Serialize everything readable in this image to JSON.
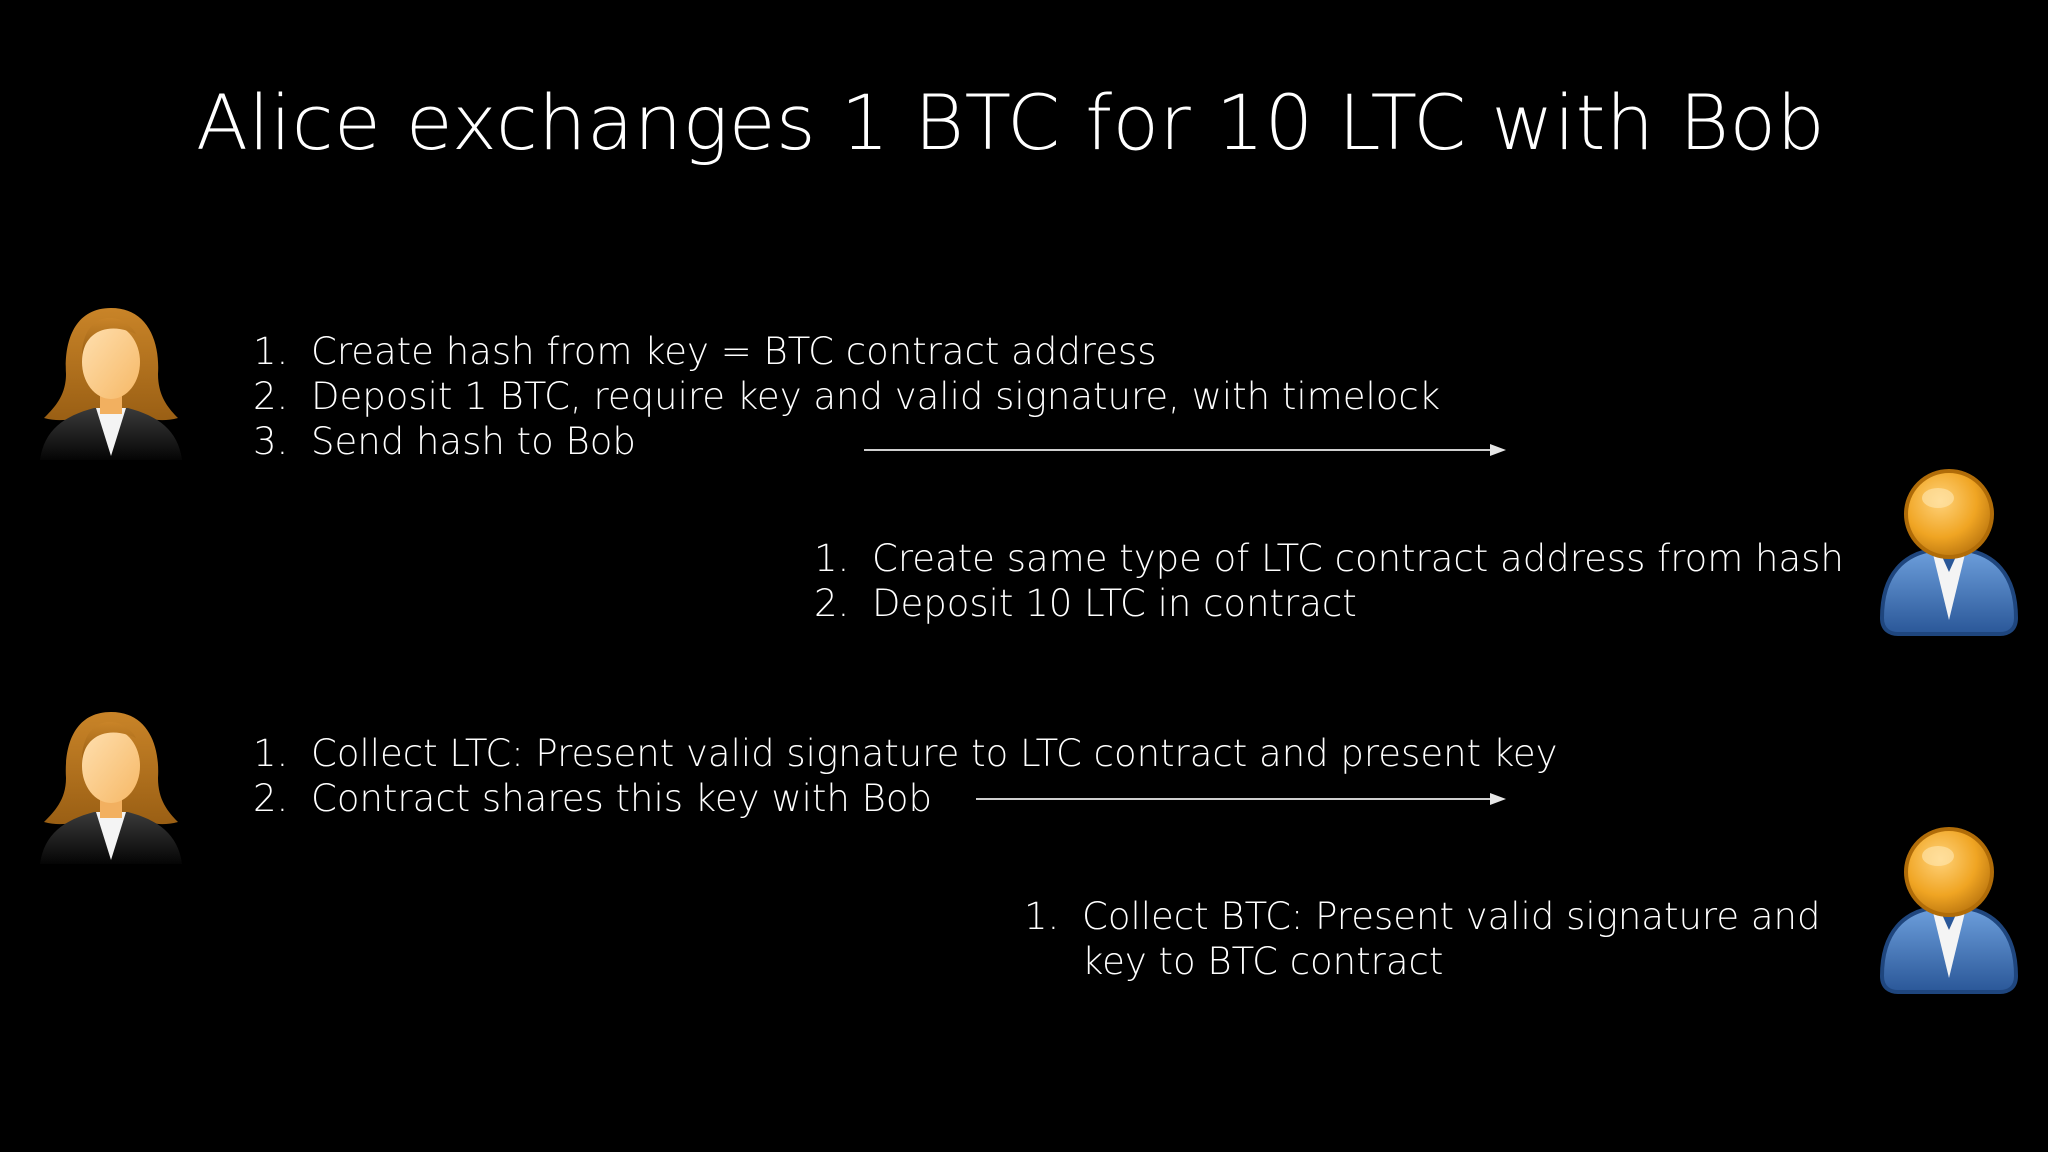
{
  "title": "Alice exchanges 1 BTC for 10 LTC with Bob",
  "icons": {
    "alice": "woman-avatar-icon",
    "bob": "man-avatar-icon"
  },
  "colors": {
    "background": "#000000",
    "text": "#ffffff",
    "alice_hair": "#b8731e",
    "alice_skin": "#fcc882",
    "bob_head": "#f0a523",
    "bob_body": "#3a6fb5"
  },
  "alice_step_1": {
    "items": [
      {
        "num": "1.",
        "text": "Create hash from key = BTC contract address"
      },
      {
        "num": "2.",
        "text": "Deposit 1 BTC, require key and valid signature, with timelock"
      },
      {
        "num": "3.",
        "text": "Send hash to Bob"
      }
    ]
  },
  "bob_step_1": {
    "items": [
      {
        "num": "1.",
        "text": "Create same type of LTC contract address from hash"
      },
      {
        "num": "2.",
        "text": "Deposit 10 LTC in contract"
      }
    ]
  },
  "alice_step_2": {
    "items": [
      {
        "num": "1.",
        "text": "Collect LTC: Present valid signature to LTC contract and present key"
      },
      {
        "num": "2.",
        "text": "Contract shares this key with Bob"
      }
    ]
  },
  "bob_step_2": {
    "items": [
      {
        "num": "1.",
        "text": "Collect BTC: Present valid signature and"
      },
      {
        "num": "",
        "text": "key to BTC contract"
      }
    ]
  }
}
